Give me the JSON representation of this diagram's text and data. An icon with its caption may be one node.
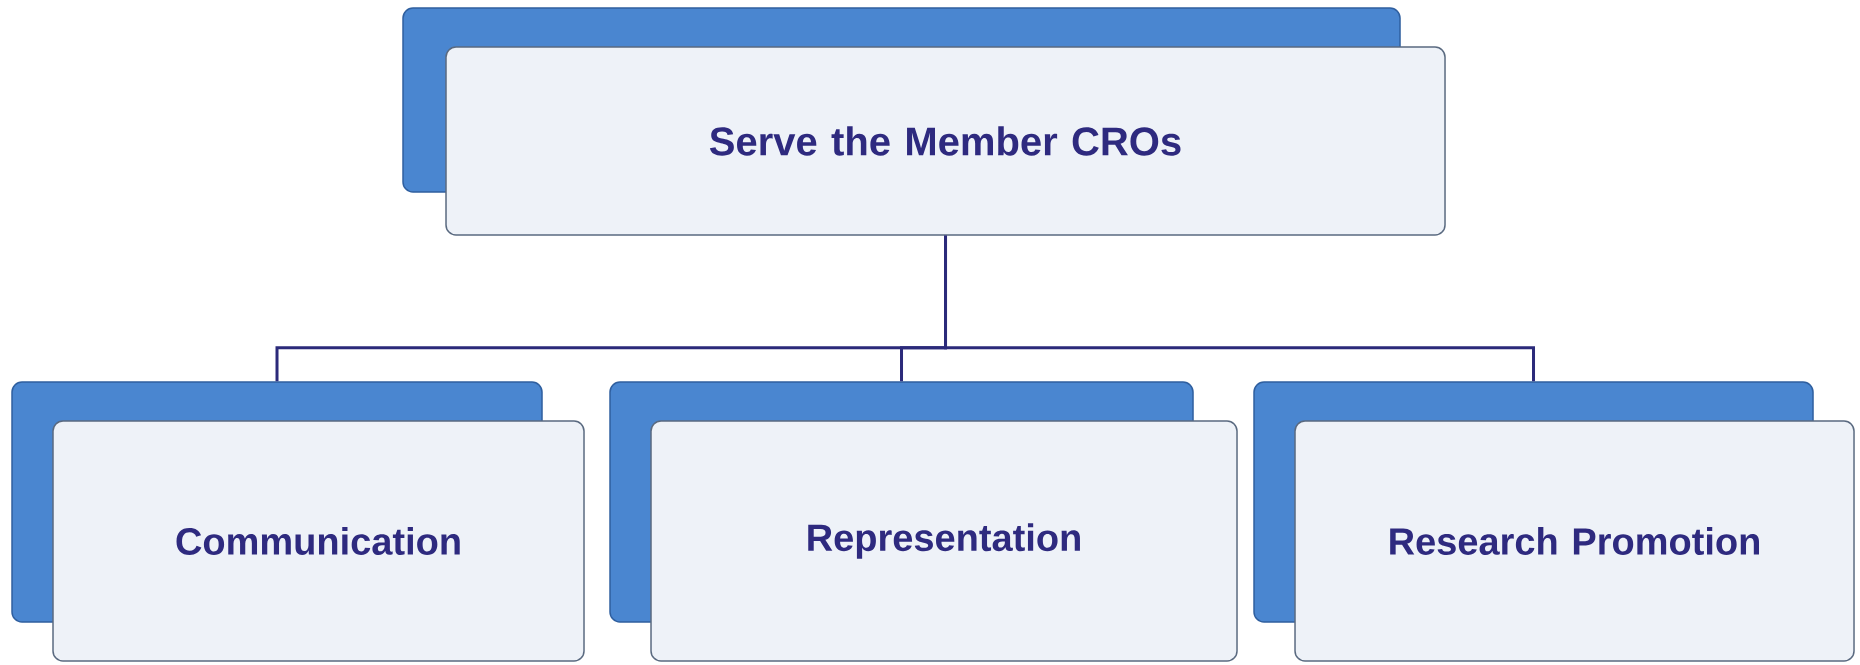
{
  "diagram": {
    "nodes": [
      {
        "text": [
          "Serve the Member CROs"
        ]
      },
      {
        "text": [
          "Communication"
        ]
      },
      {
        "text": [
          "Representation"
        ]
      },
      {
        "text": [
          "Research Promotion"
        ]
      }
    ],
    "edges": [
      {
        "from": 0,
        "to": 1,
        "arrow": "none"
      },
      {
        "from": 0,
        "to": 2,
        "arrow": "none"
      },
      {
        "from": 0,
        "to": 3,
        "arrow": "none"
      }
    ]
  }
}
